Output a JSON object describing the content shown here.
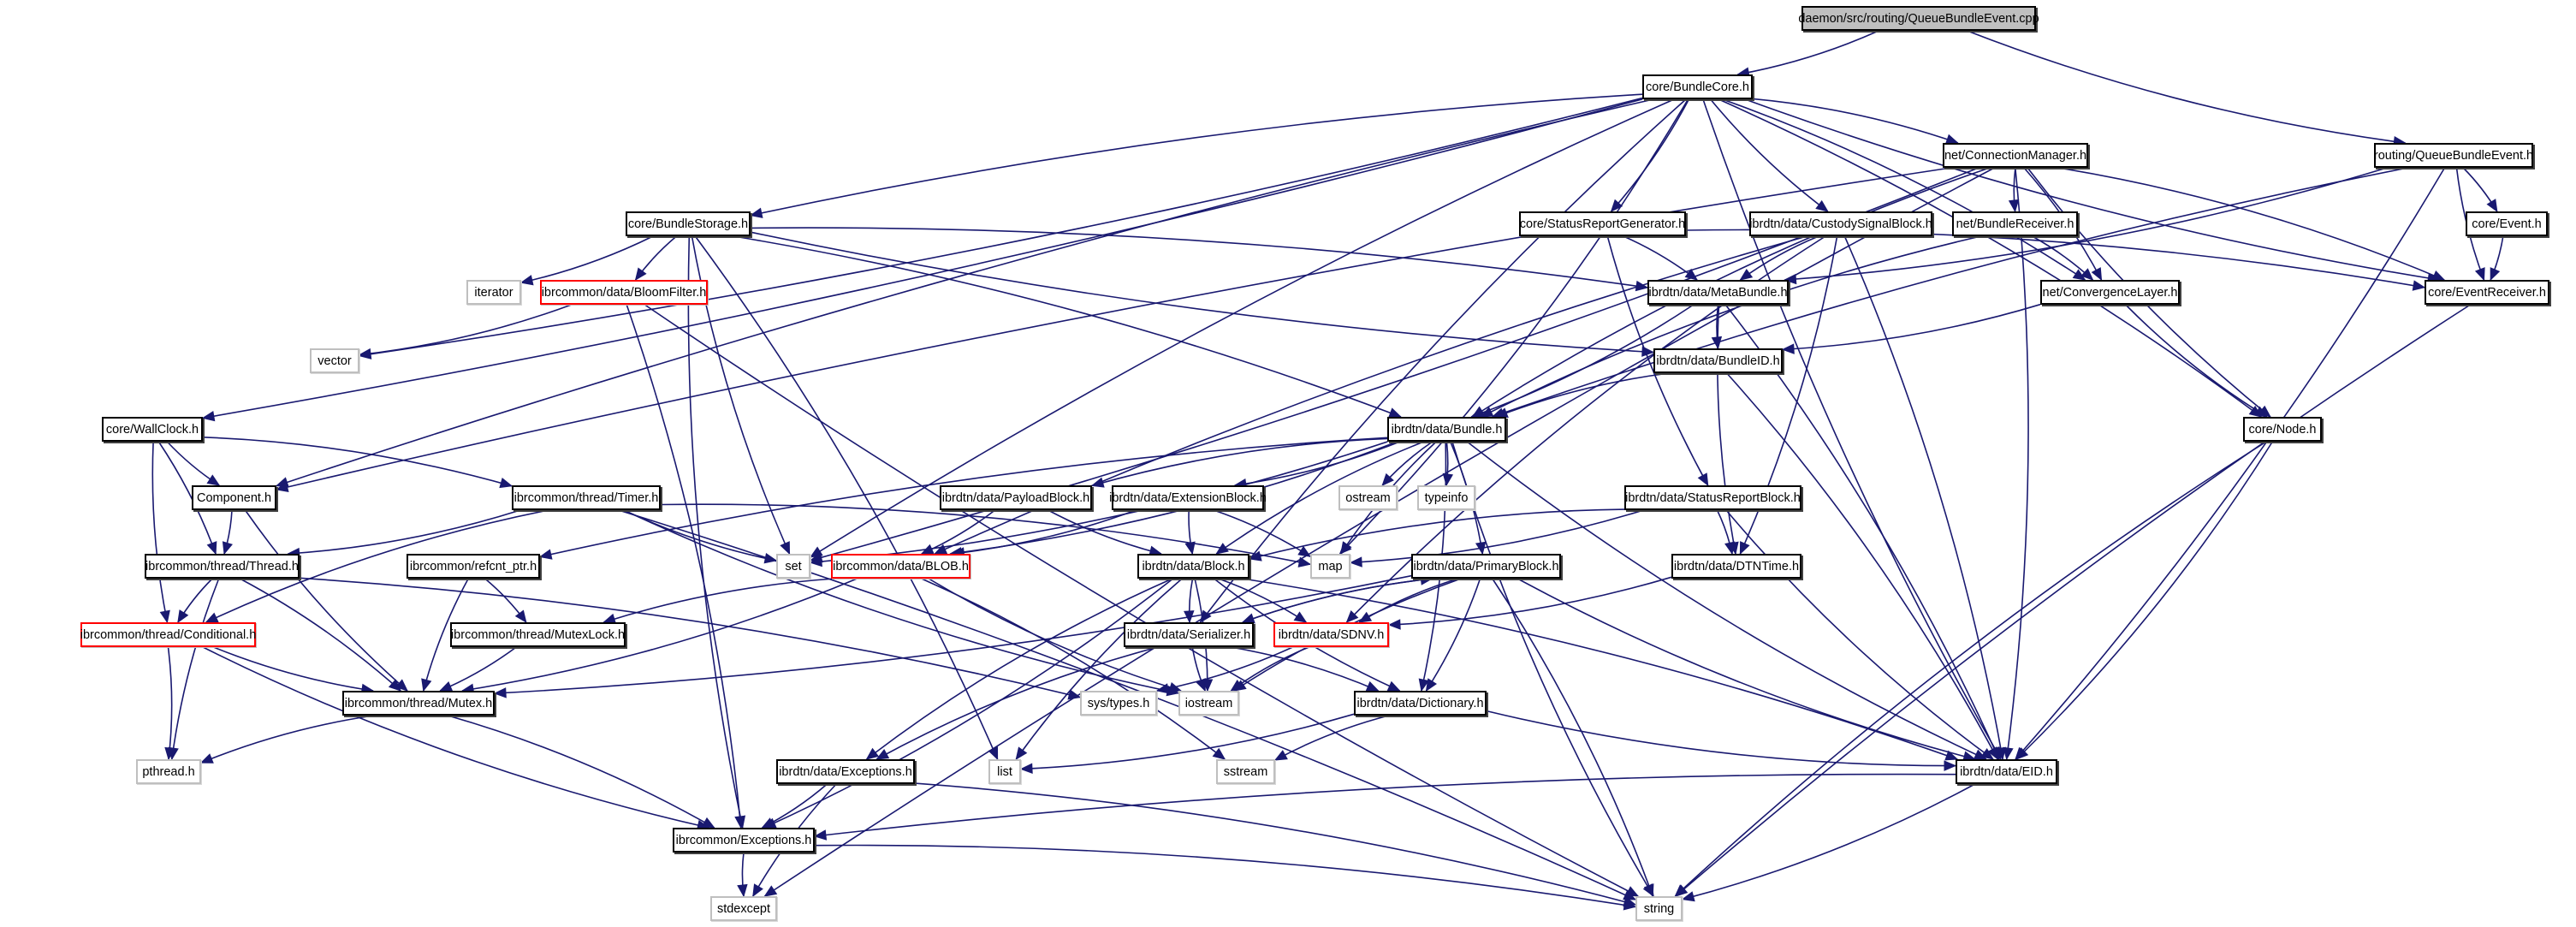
{
  "diagram": {
    "title": "daemon/src/routing/QueueBundleEvent.cpp",
    "edge_color": "#191970",
    "nodes": [
      {
        "id": "cpp",
        "label": "daemon/src/routing/QueueBundleEvent.cpp",
        "kind": "root"
      },
      {
        "id": "bundlecore",
        "label": "core/BundleCore.h",
        "kind": "normal"
      },
      {
        "id": "qbe_h",
        "label": "routing/QueueBundleEvent.h",
        "kind": "normal"
      },
      {
        "id": "connmgr",
        "label": "net/ConnectionManager.h",
        "kind": "normal"
      },
      {
        "id": "bundlestorage",
        "label": "core/BundleStorage.h",
        "kind": "normal"
      },
      {
        "id": "srgen",
        "label": "core/StatusReportGenerator.h",
        "kind": "normal"
      },
      {
        "id": "custody",
        "label": "ibrdtn/data/CustodySignalBlock.h",
        "kind": "normal"
      },
      {
        "id": "bundlereceiver",
        "label": "net/BundleReceiver.h",
        "kind": "normal"
      },
      {
        "id": "event",
        "label": "core/Event.h",
        "kind": "normal"
      },
      {
        "id": "iterator",
        "label": "iterator",
        "kind": "external"
      },
      {
        "id": "bloom",
        "label": "ibrcommon/data/BloomFilter.h",
        "kind": "incomplete"
      },
      {
        "id": "metabundle",
        "label": "ibrdtn/data/MetaBundle.h",
        "kind": "normal"
      },
      {
        "id": "convlayer",
        "label": "net/ConvergenceLayer.h",
        "kind": "normal"
      },
      {
        "id": "eventreceiver",
        "label": "core/EventReceiver.h",
        "kind": "normal"
      },
      {
        "id": "vector",
        "label": "vector",
        "kind": "external"
      },
      {
        "id": "bundleid",
        "label": "ibrdtn/data/BundleID.h",
        "kind": "normal"
      },
      {
        "id": "wallclock",
        "label": "core/WallClock.h",
        "kind": "normal"
      },
      {
        "id": "bundle",
        "label": "ibrdtn/data/Bundle.h",
        "kind": "normal"
      },
      {
        "id": "node",
        "label": "core/Node.h",
        "kind": "normal"
      },
      {
        "id": "component",
        "label": "Component.h",
        "kind": "normal"
      },
      {
        "id": "timer",
        "label": "ibrcommon/thread/Timer.h",
        "kind": "normal"
      },
      {
        "id": "payload",
        "label": "ibrdtn/data/PayloadBlock.h",
        "kind": "normal"
      },
      {
        "id": "extension",
        "label": "ibrdtn/data/ExtensionBlock.h",
        "kind": "normal"
      },
      {
        "id": "ostream",
        "label": "ostream",
        "kind": "external"
      },
      {
        "id": "typeinfo",
        "label": "typeinfo",
        "kind": "external"
      },
      {
        "id": "srblock",
        "label": "ibrdtn/data/StatusReportBlock.h",
        "kind": "normal"
      },
      {
        "id": "thread",
        "label": "ibrcommon/thread/Thread.h",
        "kind": "normal"
      },
      {
        "id": "refcnt",
        "label": "ibrcommon/refcnt_ptr.h",
        "kind": "normal"
      },
      {
        "id": "set",
        "label": "set",
        "kind": "external"
      },
      {
        "id": "blob",
        "label": "ibrcommon/data/BLOB.h",
        "kind": "incomplete"
      },
      {
        "id": "block",
        "label": "ibrdtn/data/Block.h",
        "kind": "normal"
      },
      {
        "id": "map",
        "label": "map",
        "kind": "external"
      },
      {
        "id": "primary",
        "label": "ibrdtn/data/PrimaryBlock.h",
        "kind": "normal"
      },
      {
        "id": "dtntime",
        "label": "ibrdtn/data/DTNTime.h",
        "kind": "normal"
      },
      {
        "id": "conditional",
        "label": "ibrcommon/thread/Conditional.h",
        "kind": "incomplete"
      },
      {
        "id": "mutexlock",
        "label": "ibrcommon/thread/MutexLock.h",
        "kind": "normal"
      },
      {
        "id": "serializer",
        "label": "ibrdtn/data/Serializer.h",
        "kind": "normal"
      },
      {
        "id": "sdnv",
        "label": "ibrdtn/data/SDNV.h",
        "kind": "incomplete"
      },
      {
        "id": "mutex",
        "label": "ibrcommon/thread/Mutex.h",
        "kind": "normal"
      },
      {
        "id": "systypes",
        "label": "sys/types.h",
        "kind": "external"
      },
      {
        "id": "iostream",
        "label": "iostream",
        "kind": "external"
      },
      {
        "id": "dictionary",
        "label": "ibrdtn/data/Dictionary.h",
        "kind": "normal"
      },
      {
        "id": "pthread",
        "label": "pthread.h",
        "kind": "external"
      },
      {
        "id": "dtnexceptions",
        "label": "ibrdtn/data/Exceptions.h",
        "kind": "normal"
      },
      {
        "id": "list",
        "label": "list",
        "kind": "external"
      },
      {
        "id": "sstream",
        "label": "sstream",
        "kind": "external"
      },
      {
        "id": "eid",
        "label": "ibrdtn/data/EID.h",
        "kind": "normal"
      },
      {
        "id": "exceptions",
        "label": "ibrcommon/Exceptions.h",
        "kind": "normal"
      },
      {
        "id": "stdexcept",
        "label": "stdexcept",
        "kind": "external"
      },
      {
        "id": "string",
        "label": "string",
        "kind": "external"
      }
    ],
    "edges": [
      [
        "cpp",
        "bundlecore"
      ],
      [
        "cpp",
        "qbe_h"
      ],
      [
        "bundlecore",
        "connmgr"
      ],
      [
        "bundlecore",
        "bundlestorage"
      ],
      [
        "bundlecore",
        "srgen"
      ],
      [
        "bundlecore",
        "custody"
      ],
      [
        "bundlecore",
        "convlayer"
      ],
      [
        "bundlecore",
        "eventreceiver"
      ],
      [
        "bundlecore",
        "wallclock"
      ],
      [
        "bundlecore",
        "component"
      ],
      [
        "bundlecore",
        "vector"
      ],
      [
        "bundlecore",
        "set"
      ],
      [
        "bundlecore",
        "node"
      ],
      [
        "bundlecore",
        "eid"
      ],
      [
        "bundlecore",
        "map"
      ],
      [
        "bundlecore",
        "serializer"
      ],
      [
        "qbe_h",
        "event"
      ],
      [
        "qbe_h",
        "eventreceiver"
      ],
      [
        "qbe_h",
        "metabundle"
      ],
      [
        "qbe_h",
        "bundle"
      ],
      [
        "qbe_h",
        "eid"
      ],
      [
        "connmgr",
        "bundlereceiver"
      ],
      [
        "connmgr",
        "convlayer"
      ],
      [
        "connmgr",
        "node"
      ],
      [
        "connmgr",
        "eventreceiver"
      ],
      [
        "connmgr",
        "component"
      ],
      [
        "connmgr",
        "set"
      ],
      [
        "connmgr",
        "stdexcept"
      ],
      [
        "connmgr",
        "eid"
      ],
      [
        "connmgr",
        "bundle"
      ],
      [
        "bundlestorage",
        "iterator"
      ],
      [
        "bundlestorage",
        "bloom"
      ],
      [
        "bundlestorage",
        "metabundle"
      ],
      [
        "bundlestorage",
        "bundleid"
      ],
      [
        "bundlestorage",
        "bundle"
      ],
      [
        "bundlestorage",
        "set"
      ],
      [
        "bundlestorage",
        "list"
      ],
      [
        "bundlestorage",
        "exceptions"
      ],
      [
        "srgen",
        "metabundle"
      ],
      [
        "srgen",
        "srblock"
      ],
      [
        "srgen",
        "eventreceiver"
      ],
      [
        "custody",
        "metabundle"
      ],
      [
        "custody",
        "dtntime"
      ],
      [
        "custody",
        "sdnv"
      ],
      [
        "custody",
        "eid"
      ],
      [
        "custody",
        "blob"
      ],
      [
        "bundlereceiver",
        "convlayer"
      ],
      [
        "bundlereceiver",
        "bundle"
      ],
      [
        "event",
        "eventreceiver"
      ],
      [
        "eventreceiver",
        "string"
      ],
      [
        "bloom",
        "vector"
      ],
      [
        "bloom",
        "string"
      ],
      [
        "bloom",
        "exceptions"
      ],
      [
        "metabundle",
        "bundleid"
      ],
      [
        "metabundle",
        "bundle"
      ],
      [
        "metabundle",
        "dtntime"
      ],
      [
        "metabundle",
        "eid"
      ],
      [
        "convlayer",
        "node"
      ],
      [
        "convlayer",
        "bundleid"
      ],
      [
        "bundleid",
        "bundle"
      ],
      [
        "bundleid",
        "eid"
      ],
      [
        "wallclock",
        "component"
      ],
      [
        "wallclock",
        "thread"
      ],
      [
        "wallclock",
        "conditional"
      ],
      [
        "wallclock",
        "timer"
      ],
      [
        "bundle",
        "payload"
      ],
      [
        "bundle",
        "extension"
      ],
      [
        "bundle",
        "ostream"
      ],
      [
        "bundle",
        "typeinfo"
      ],
      [
        "bundle",
        "block"
      ],
      [
        "bundle",
        "primary"
      ],
      [
        "bundle",
        "map"
      ],
      [
        "bundle",
        "set"
      ],
      [
        "bundle",
        "refcnt"
      ],
      [
        "bundle",
        "blob"
      ],
      [
        "bundle",
        "eid"
      ],
      [
        "bundle",
        "dictionary"
      ],
      [
        "bundle",
        "string"
      ],
      [
        "node",
        "eid"
      ],
      [
        "node",
        "string"
      ],
      [
        "component",
        "thread"
      ],
      [
        "component",
        "mutex"
      ],
      [
        "timer",
        "thread"
      ],
      [
        "timer",
        "set"
      ],
      [
        "timer",
        "map"
      ],
      [
        "timer",
        "conditional"
      ],
      [
        "timer",
        "string"
      ],
      [
        "timer",
        "iostream"
      ],
      [
        "payload",
        "blob"
      ],
      [
        "payload",
        "block"
      ],
      [
        "extension",
        "blob"
      ],
      [
        "extension",
        "block"
      ],
      [
        "extension",
        "map"
      ],
      [
        "srblock",
        "block"
      ],
      [
        "srblock",
        "dtntime"
      ],
      [
        "srblock",
        "eid"
      ],
      [
        "srblock",
        "map"
      ],
      [
        "thread",
        "conditional"
      ],
      [
        "thread",
        "mutex"
      ],
      [
        "thread",
        "pthread"
      ],
      [
        "thread",
        "systypes"
      ],
      [
        "refcnt",
        "mutex"
      ],
      [
        "refcnt",
        "mutexlock"
      ],
      [
        "blob",
        "mutexlock"
      ],
      [
        "blob",
        "mutex"
      ],
      [
        "blob",
        "iostream"
      ],
      [
        "blob",
        "sstream"
      ],
      [
        "block",
        "serializer"
      ],
      [
        "block",
        "sdnv"
      ],
      [
        "block",
        "dictionary"
      ],
      [
        "block",
        "eid"
      ],
      [
        "block",
        "list"
      ],
      [
        "block",
        "exceptions"
      ],
      [
        "block",
        "dtnexceptions"
      ],
      [
        "block",
        "iostream"
      ],
      [
        "primary",
        "sdnv"
      ],
      [
        "primary",
        "dictionary"
      ],
      [
        "primary",
        "eid"
      ],
      [
        "primary",
        "mutex"
      ],
      [
        "primary",
        "iostream"
      ],
      [
        "primary",
        "string"
      ],
      [
        "primary",
        "serializer"
      ],
      [
        "dtntime",
        "sdnv"
      ],
      [
        "conditional",
        "mutex"
      ],
      [
        "conditional",
        "pthread"
      ],
      [
        "conditional",
        "exceptions"
      ],
      [
        "mutexlock",
        "mutex"
      ],
      [
        "serializer",
        "iostream"
      ],
      [
        "serializer",
        "dictionary"
      ],
      [
        "serializer",
        "dtnexceptions"
      ],
      [
        "serializer",
        "primary"
      ],
      [
        "sdnv",
        "iostream"
      ],
      [
        "sdnv",
        "systypes"
      ],
      [
        "mutex",
        "pthread"
      ],
      [
        "mutex",
        "exceptions"
      ],
      [
        "dictionary",
        "eid"
      ],
      [
        "dictionary",
        "list"
      ],
      [
        "dictionary",
        "sstream"
      ],
      [
        "dtnexceptions",
        "exceptions"
      ],
      [
        "dtnexceptions",
        "stdexcept"
      ],
      [
        "dtnexceptions",
        "string"
      ],
      [
        "eid",
        "exceptions"
      ],
      [
        "eid",
        "string"
      ],
      [
        "exceptions",
        "stdexcept"
      ],
      [
        "exceptions",
        "string"
      ]
    ]
  }
}
